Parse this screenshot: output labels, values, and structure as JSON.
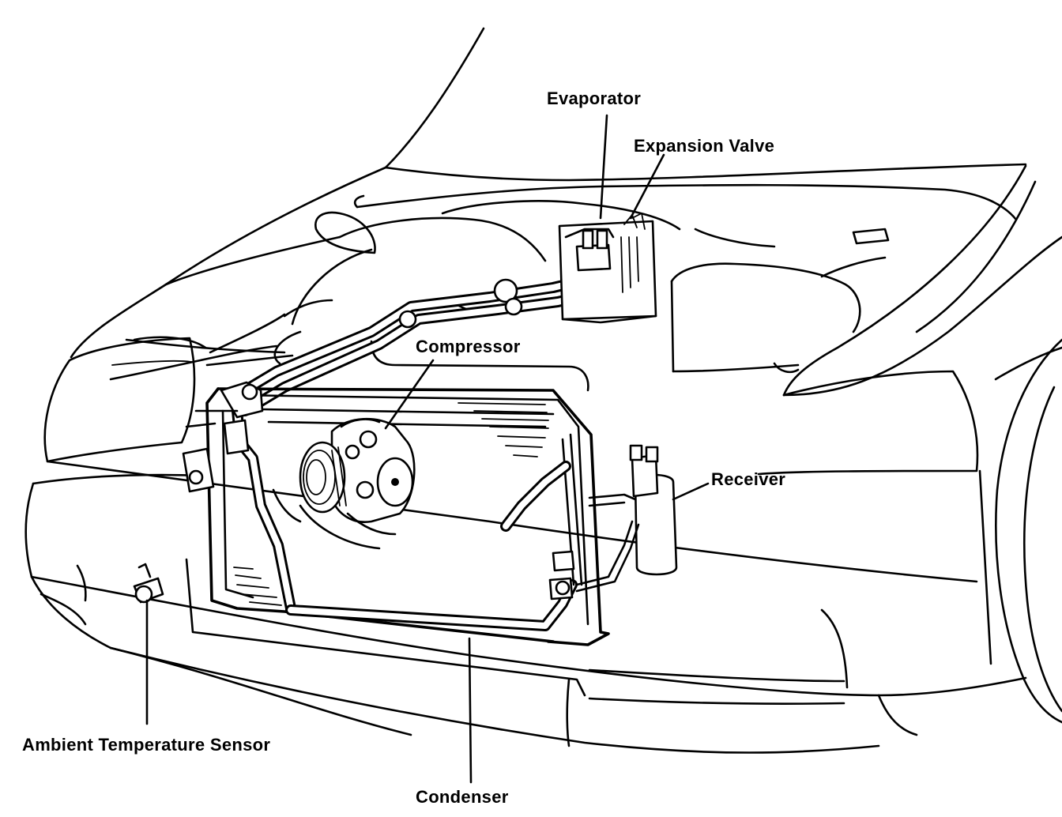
{
  "labels": {
    "evaporator": "Evaporator",
    "expansion_valve": "Expansion Valve",
    "compressor": "Compressor",
    "receiver": "Receiver",
    "ambient_temperature_sensor": "Ambient Temperature Sensor",
    "condenser": "Condenser"
  },
  "colors": {
    "ink": "#000000",
    "background": "#ffffff"
  }
}
